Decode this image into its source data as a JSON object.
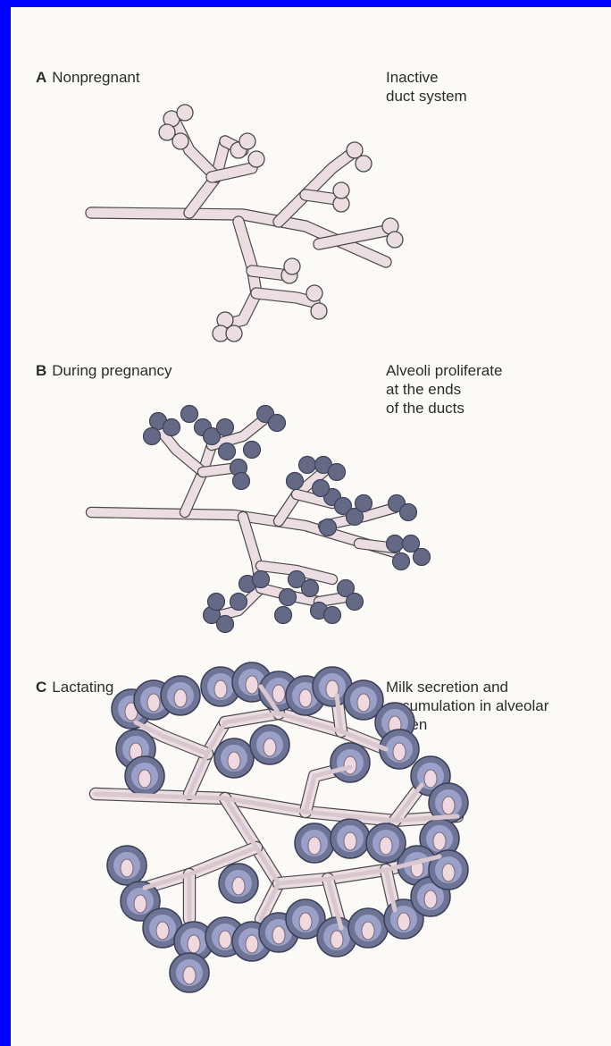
{
  "colors": {
    "frame": "#0000ff",
    "paper": "#fbfaf7",
    "duct_fill": "#ecdde3",
    "duct_outline": "#4a4a4a",
    "alveolus_fill": "#646a86",
    "alveolus_lactating_outer": "#6e7496",
    "alveolus_lactating_inner": "#9aa0c8",
    "lumen_milk": "#f0d8e0"
  },
  "panels": [
    {
      "letter": "A",
      "title": "Nonpregnant",
      "description": "Inactive\nduct system"
    },
    {
      "letter": "B",
      "title": "During pregnancy",
      "description": "Alveoli proliferate\nat the ends\nof the ducts"
    },
    {
      "letter": "C",
      "title": "Lactating",
      "description": "Milk secretion and\naccumulation in alveolar\nlumen"
    }
  ]
}
